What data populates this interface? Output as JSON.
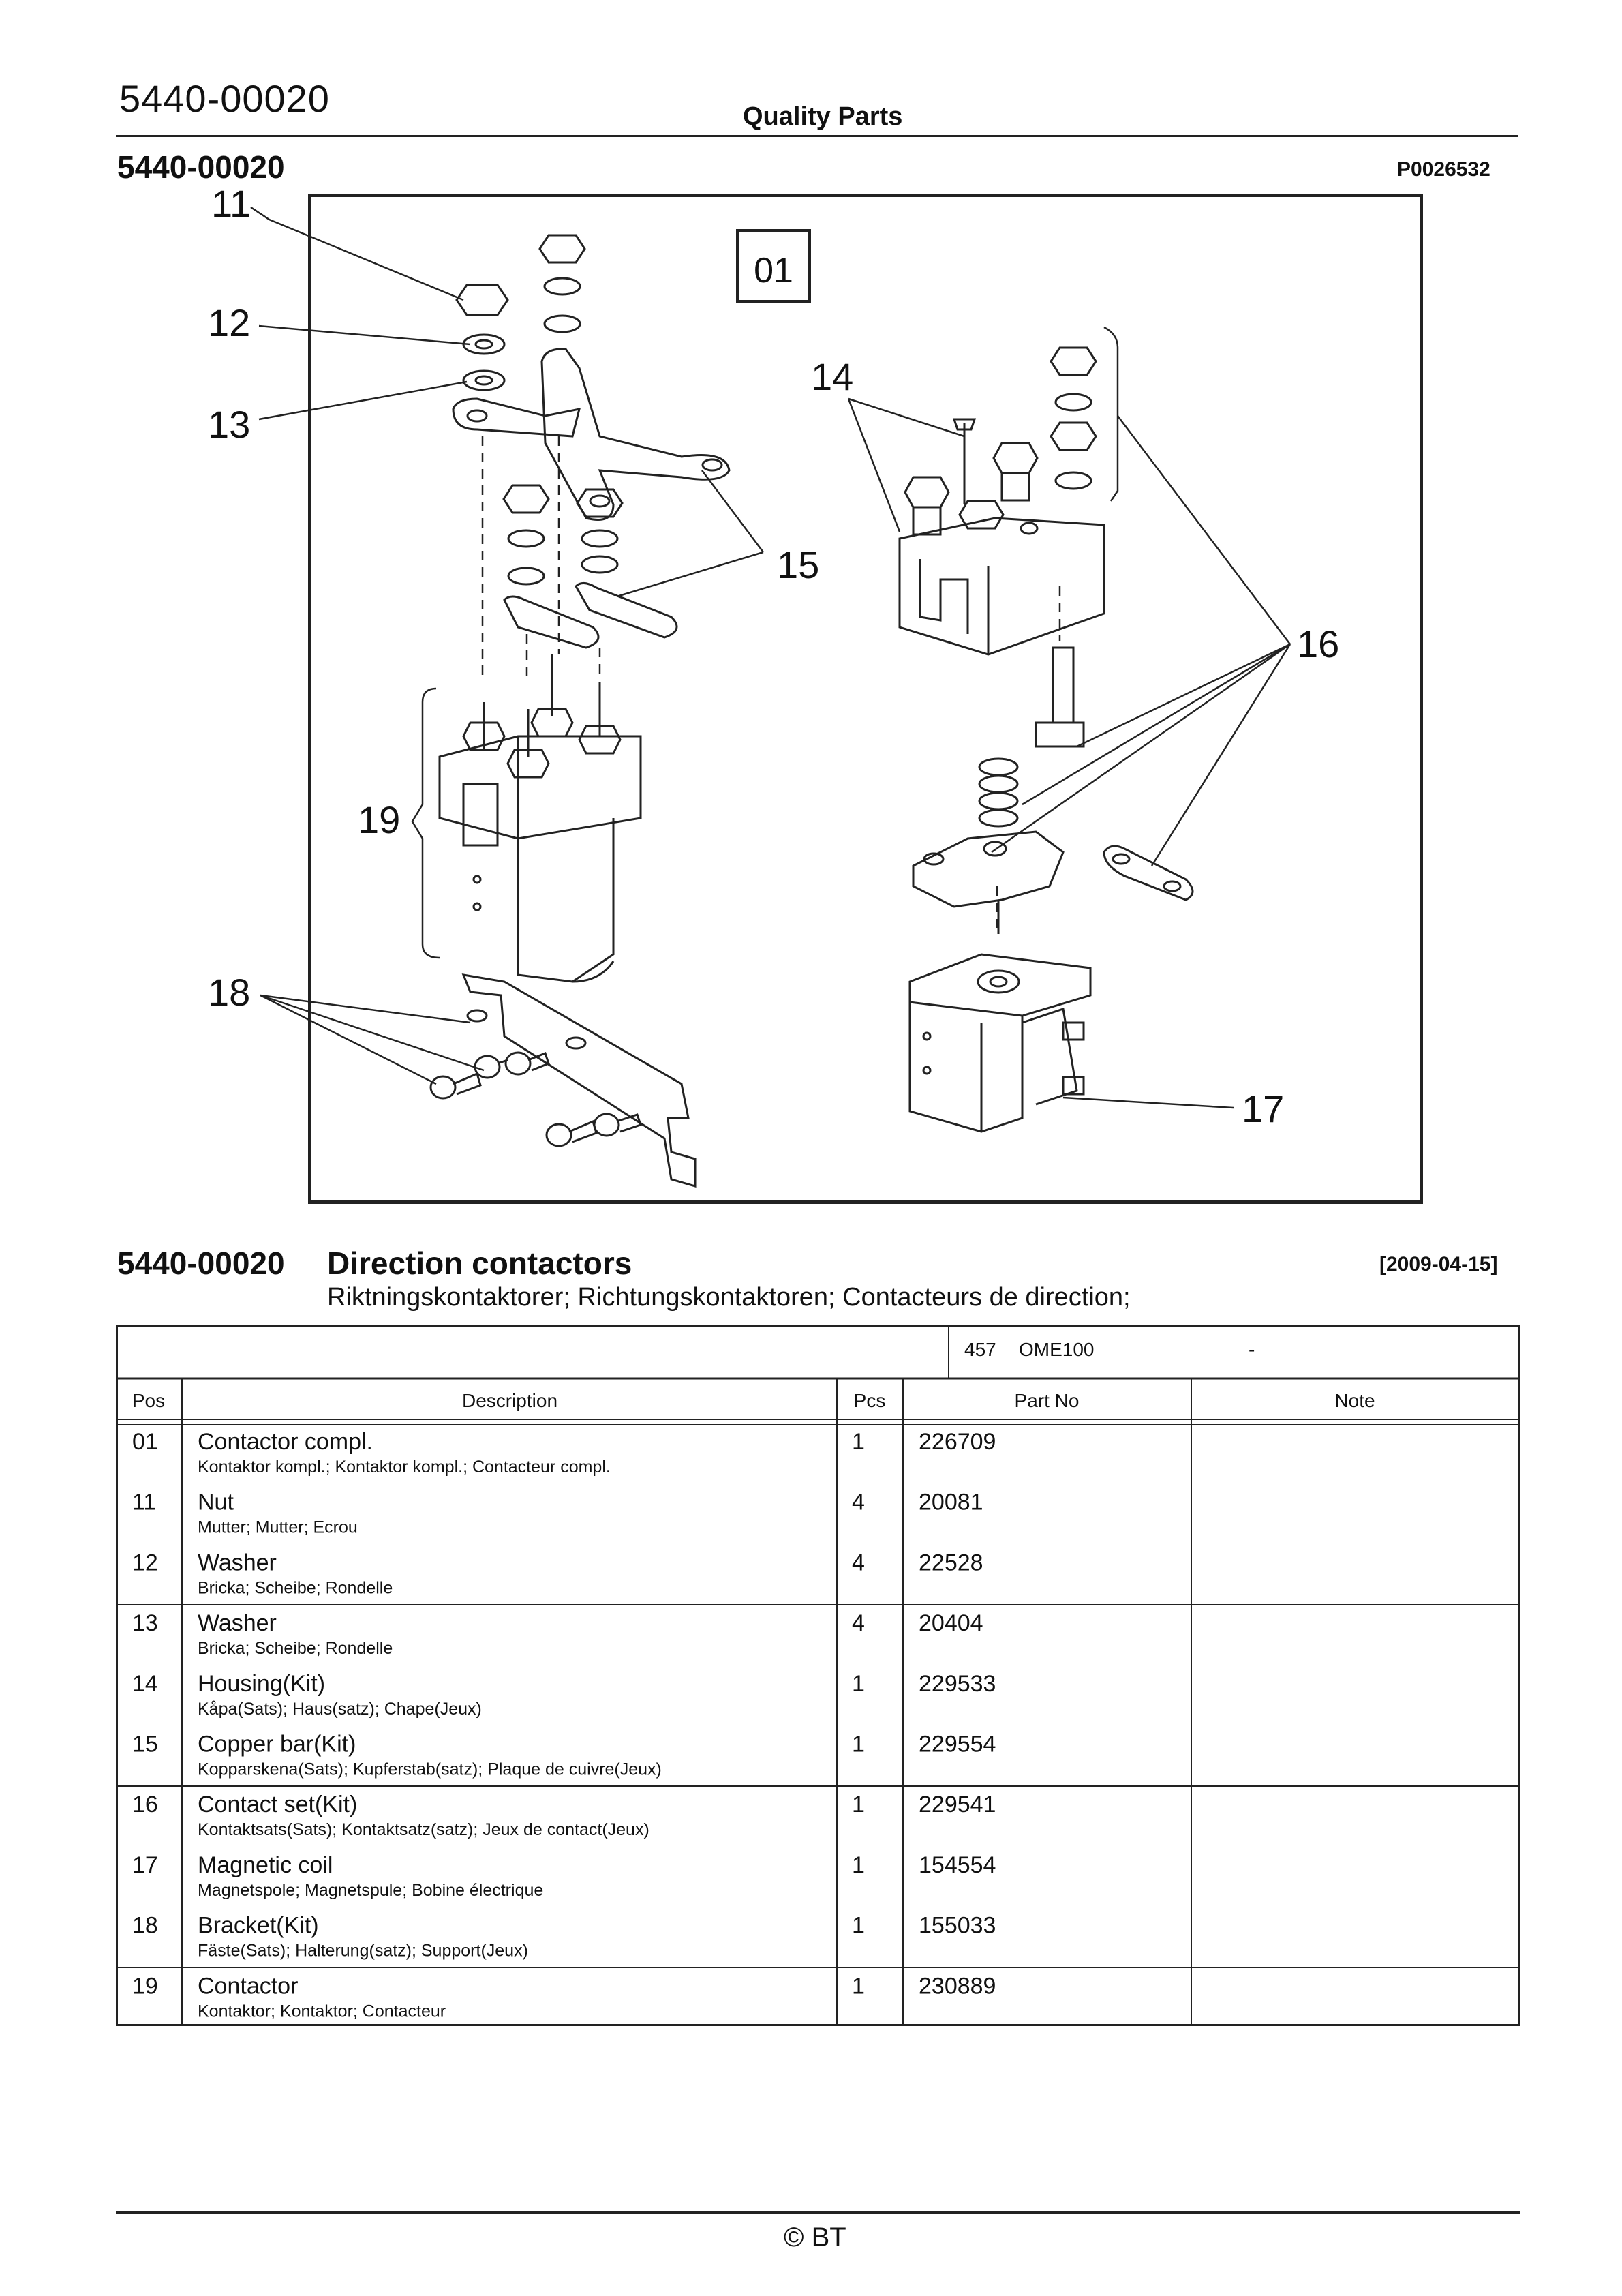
{
  "header": {
    "doc_id": "5440-00020",
    "brand": "Quality Parts"
  },
  "section": {
    "id": "5440-00020",
    "drawing_ref": "P0026532"
  },
  "diagram": {
    "frame_label": "01",
    "callouts": [
      "11",
      "12",
      "13",
      "14",
      "15",
      "16",
      "17",
      "18",
      "19"
    ]
  },
  "title": {
    "id": "5440-00020",
    "text": "Direction contactors",
    "date": "[2009-04-15]",
    "subtitle": "Riktningskontaktorer; Richtungskontaktoren; Contacteurs de direction;"
  },
  "table": {
    "model_number": "457",
    "model_name": "OME100",
    "model_extra": "-",
    "headers": {
      "pos": "Pos",
      "description": "Description",
      "pcs": "Pcs",
      "part_no": "Part No",
      "note": "Note"
    },
    "rows": [
      {
        "pos": "01",
        "name": "Contactor compl.",
        "translations": "Kontaktor kompl.; Kontaktor kompl.; Contacteur compl.",
        "pcs": "1",
        "part_no": "226709",
        "note": ""
      },
      {
        "pos": "11",
        "name": "Nut",
        "translations": "Mutter; Mutter; Ecrou",
        "pcs": "4",
        "part_no": "20081",
        "note": ""
      },
      {
        "pos": "12",
        "name": "Washer",
        "translations": "Bricka; Scheibe; Rondelle",
        "pcs": "4",
        "part_no": "22528",
        "note": ""
      },
      {
        "pos": "13",
        "name": "Washer",
        "translations": "Bricka; Scheibe; Rondelle",
        "pcs": "4",
        "part_no": "20404",
        "note": ""
      },
      {
        "pos": "14",
        "name": "Housing(Kit)",
        "translations": "Kåpa(Sats); Haus(satz); Chape(Jeux)",
        "pcs": "1",
        "part_no": "229533",
        "note": ""
      },
      {
        "pos": "15",
        "name": "Copper bar(Kit)",
        "translations": "Kopparskena(Sats); Kupferstab(satz); Plaque de cuivre(Jeux)",
        "pcs": "1",
        "part_no": "229554",
        "note": ""
      },
      {
        "pos": "16",
        "name": "Contact set(Kit)",
        "translations": "Kontaktsats(Sats); Kontaktsatz(satz); Jeux de contact(Jeux)",
        "pcs": "1",
        "part_no": "229541",
        "note": ""
      },
      {
        "pos": "17",
        "name": "Magnetic coil",
        "translations": "Magnetspole; Magnetspule; Bobine électrique",
        "pcs": "1",
        "part_no": "154554",
        "note": ""
      },
      {
        "pos": "18",
        "name": "Bracket(Kit)",
        "translations": "Fäste(Sats); Halterung(satz); Support(Jeux)",
        "pcs": "1",
        "part_no": "155033",
        "note": ""
      },
      {
        "pos": "19",
        "name": "Contactor",
        "translations": "Kontaktor; Kontaktor; Contacteur",
        "pcs": "1",
        "part_no": "230889",
        "note": ""
      }
    ]
  },
  "footer": {
    "copyright": "© BT"
  }
}
